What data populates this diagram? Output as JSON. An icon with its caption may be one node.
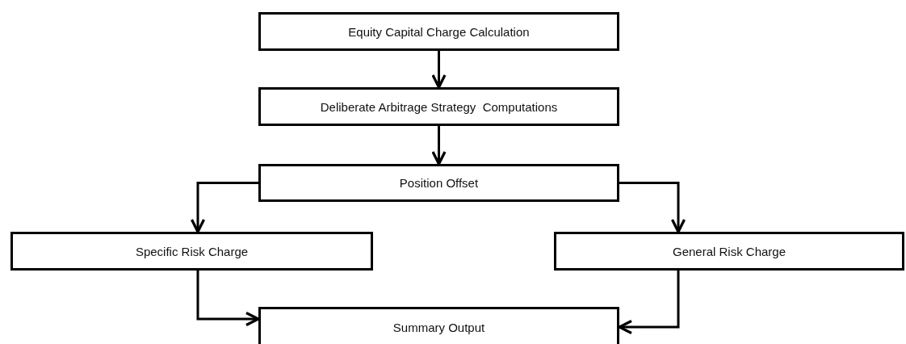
{
  "diagram": {
    "nodes": [
      {
        "text": [
          "Equity Capital Charge Calculation"
        ]
      },
      {
        "text": [
          "Deliberate Arbitrage Strategy  Computations"
        ]
      },
      {
        "text": [
          "Position Offset"
        ]
      },
      {
        "text": [
          "Specific Risk Charge"
        ]
      },
      {
        "text": [
          "General Risk Charge"
        ]
      },
      {
        "text": [
          "Summary Output"
        ]
      }
    ],
    "edges": [
      {
        "from": 0,
        "to": 1,
        "arrow": "to"
      },
      {
        "from": 1,
        "to": 2,
        "arrow": "to"
      },
      {
        "from": 2,
        "to": 3,
        "arrow": "to"
      },
      {
        "from": 2,
        "to": 4,
        "arrow": "to"
      },
      {
        "from": 3,
        "to": 5,
        "arrow": "to"
      },
      {
        "from": 4,
        "to": 5,
        "arrow": "to"
      }
    ]
  }
}
